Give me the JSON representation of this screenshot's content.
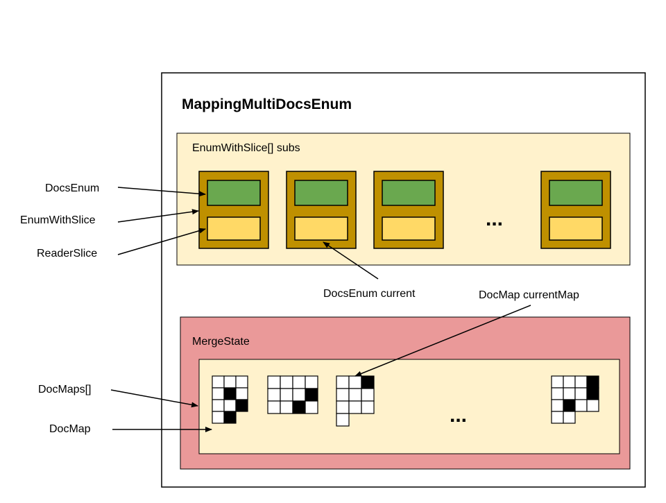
{
  "title": "MappingMultiDocsEnum",
  "subs_panel": {
    "label": "EnumWithSlice[] subs"
  },
  "merge_panel": {
    "label": "MergeState"
  },
  "ellipsis": "...",
  "external_labels": {
    "docs_enum": "DocsEnum",
    "enum_with_slice": "EnumWithSlice",
    "reader_slice": "ReaderSlice",
    "docs_enum_current": "DocsEnum current",
    "docmap_current_map": "DocMap currentMap",
    "doc_maps": "DocMaps[]",
    "doc_map": "DocMap"
  },
  "colors": {
    "outer_fill": "#ffffff",
    "panel_fill": "#fff2cc",
    "enum_slice_fill": "#bf9000",
    "docs_enum_fill": "#6aa84f",
    "reader_slice_fill": "#ffd966",
    "merge_state_fill": "#ea9999",
    "grid_filled": "#000000",
    "grid_empty": "#ffffff"
  }
}
